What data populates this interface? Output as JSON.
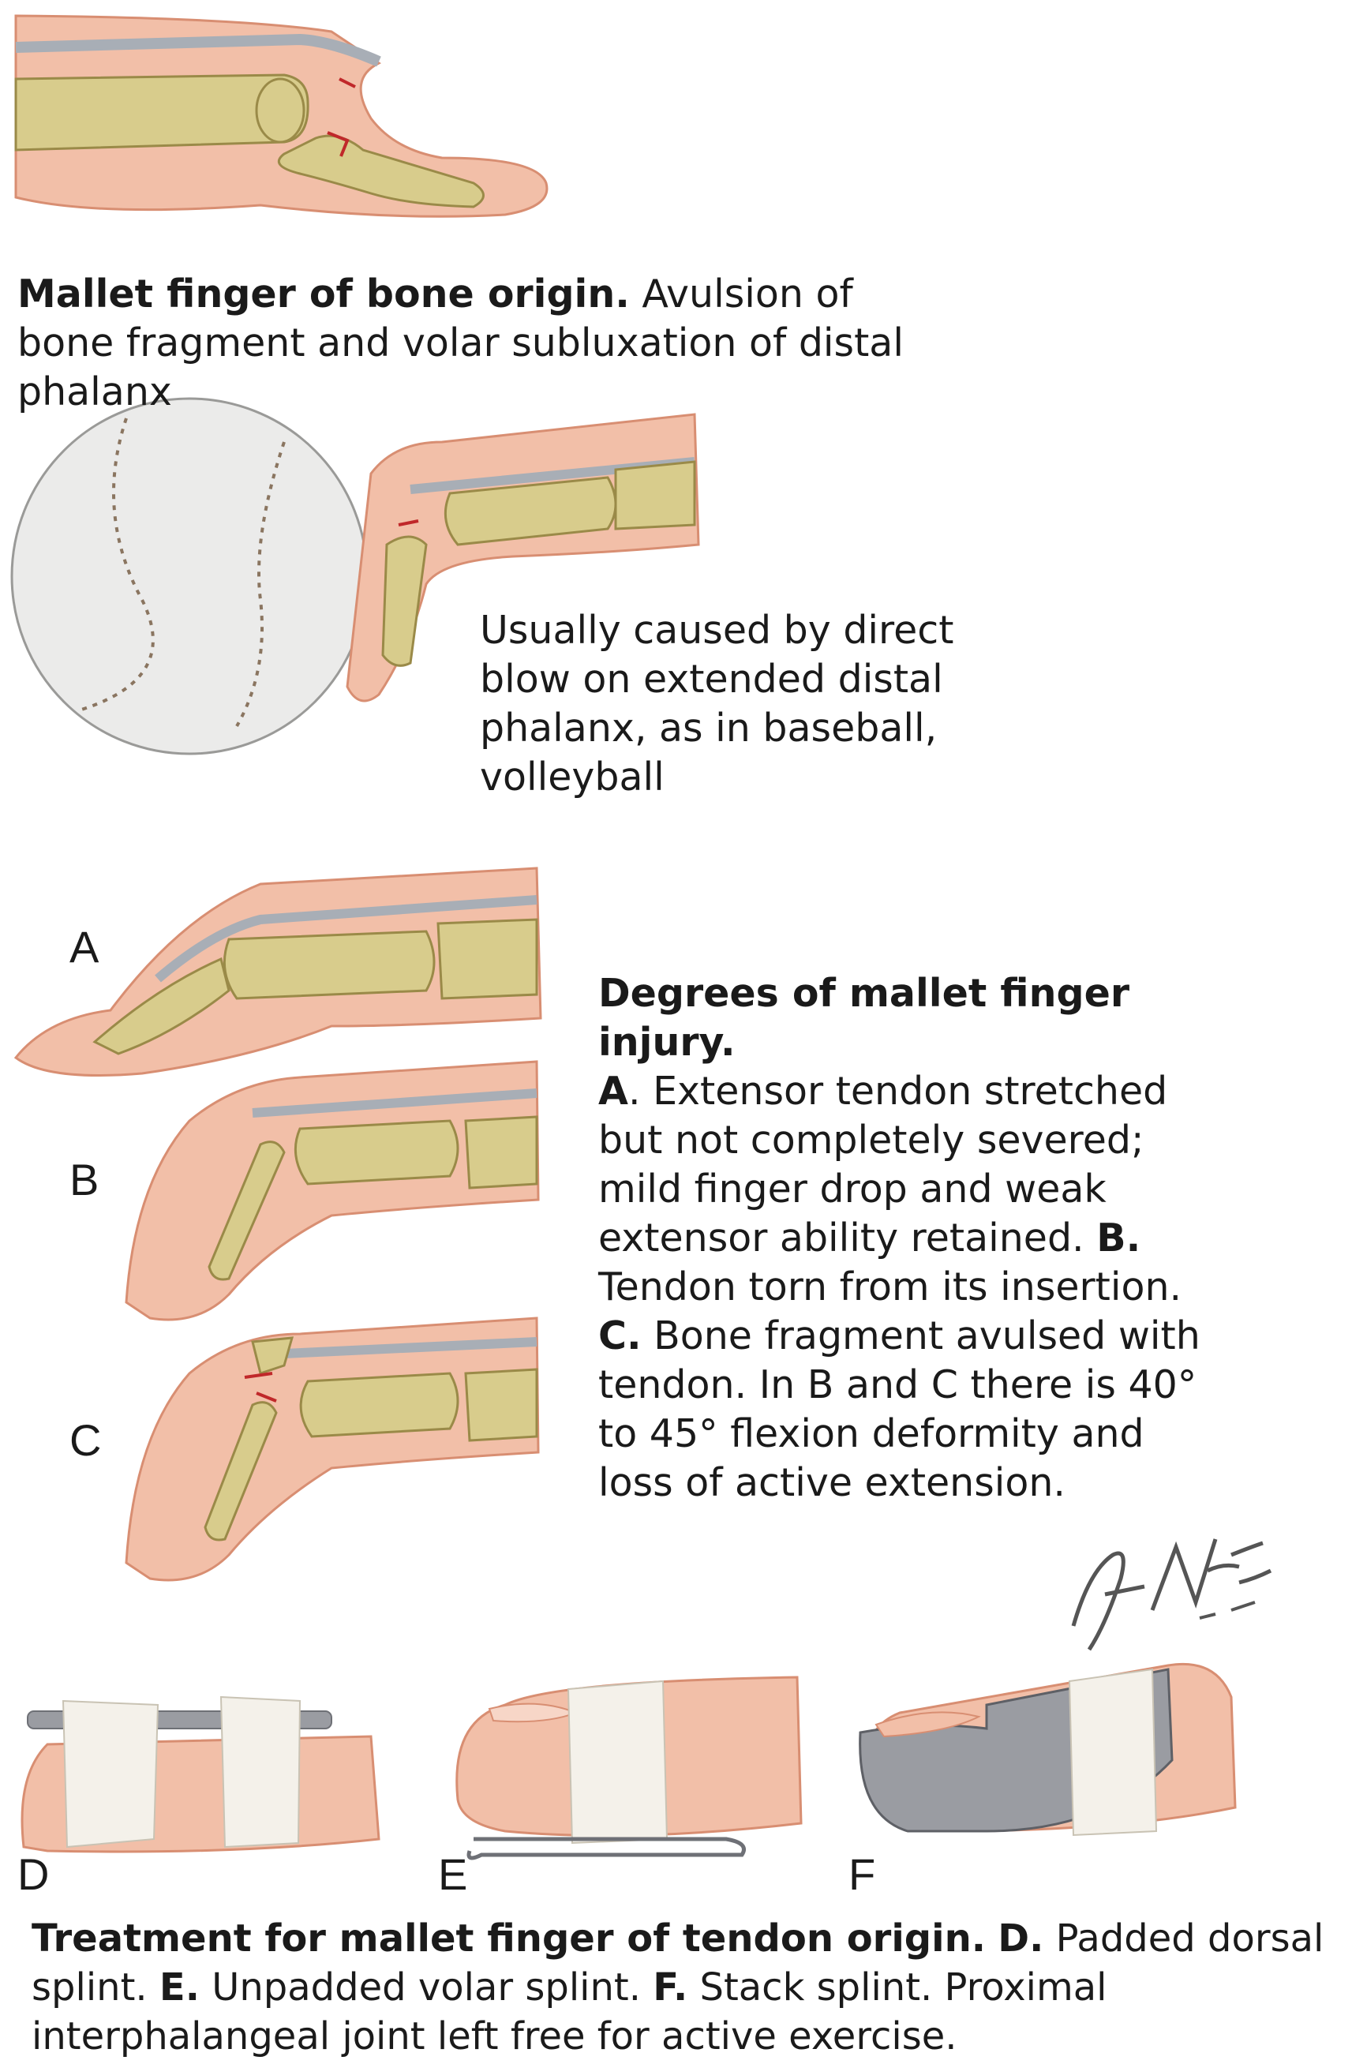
{
  "figure1": {
    "caption_bold": "Mallet finger of bone origin.",
    "caption_text": " Avulsion of bone fragment and volar subluxation of distal phalanx"
  },
  "figure2": {
    "caption": "Usually caused by direct blow on extended distal phalanx, as in baseball, volleyball"
  },
  "figure3": {
    "labels": [
      "A",
      "B",
      "C"
    ],
    "heading": "Degrees of mallet finger injury.",
    "a_label": "A",
    "a_text": ". Extensor tendon stretched but not completely severed; mild finger drop and weak extensor ability retained. ",
    "b_label": "B.",
    "b_text": " Tendon torn from its insertion. ",
    "c_label": "C.",
    "c_text": " Bone fragment avulsed with tendon. In B and C there is 40° to 45° flexion deformity and loss of active extension."
  },
  "figure4": {
    "labels": [
      "D",
      "E",
      "F"
    ],
    "heading": "Treatment for mallet finger of tendon origin.",
    "d_label": "D.",
    "d_text": " Padded dorsal splint. ",
    "e_label": "E.",
    "e_text": " Unpadded volar splint. ",
    "f_label": "F.",
    "f_text": " Stack splint. Proximal interphalangeal joint left free for active exercise."
  },
  "signature": "F. Netter M.D.",
  "colors": {
    "skin": "#f2bfa8",
    "skin_shadow": "#e39a80",
    "bone": "#d8cc8c",
    "bone_shadow": "#b8a860",
    "tendon": "#a8aeb6",
    "blood": "#c0282a",
    "ball": "#ebebea",
    "splint_metal": "#9a9ca2",
    "tape": "#f4f1ea"
  }
}
